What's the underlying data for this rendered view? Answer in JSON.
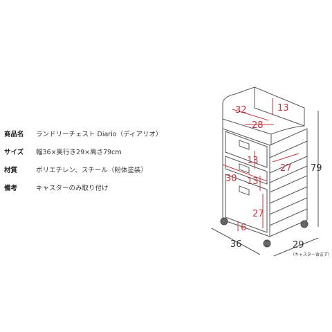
{
  "specs": [
    {
      "label": "商品名",
      "value": "ランドリーチェスト Diario（ディアリオ）"
    },
    {
      "label": "サイズ",
      "value": "幅36×奥行き29×高さ79cm"
    },
    {
      "label": "材質",
      "value": "ポリエチレン、スチール（粉体塗装）"
    },
    {
      "label": "備考",
      "value": "キャスターのみ取り付け"
    }
  ],
  "dimensions": {
    "top_width": "32",
    "top_height": "13",
    "top_inner": "28",
    "drawer_height_1": "13",
    "drawer_depth": "27",
    "drawer_width": "30",
    "drawer_height_2": "13",
    "drawer_height_3": "27",
    "caster_height": "6",
    "total_height": "79",
    "width": "36",
    "depth": "29",
    "depth_note": "（キャスター含まず）"
  },
  "colors": {
    "dimension_red": "#c8343b",
    "line": "#555555"
  }
}
